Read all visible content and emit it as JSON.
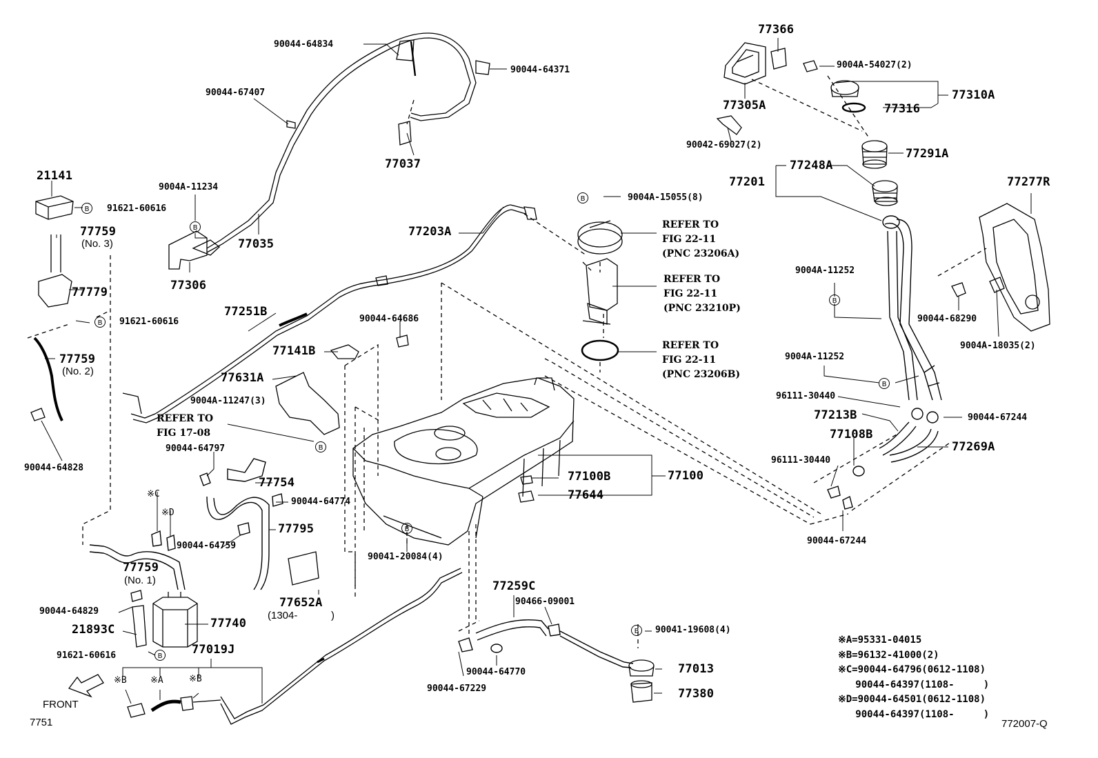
{
  "diagram_id": "772007-Q",
  "page_code": "7751",
  "front_label": "FRONT",
  "part_labels": {
    "p77366": "77366",
    "p9004a54027": "9004A-54027(2)",
    "p77310a": "77310A",
    "p77305a": "77305A",
    "p77316": "77316",
    "p90042_69027": "90042-69027(2)",
    "p77291a": "77291A",
    "p77248a": "77248A",
    "p77201": "77201",
    "p77277r": "77277R",
    "p9004a11252a": "9004A-11252",
    "p90044_68290": "90044-68290",
    "p9004a18035": "9004A-18035(2)",
    "p9004a11252b": "9004A-11252",
    "p96111_30440a": "96111-30440",
    "p77213b": "77213B",
    "p90044_67244a": "90044-67244",
    "p77108b": "77108B",
    "p77269a": "77269A",
    "p96111_30440b": "96111-30440",
    "p90044_67244b": "90044-67244",
    "p90044_64834": "90044-64834",
    "p90044_64371": "90044-64371",
    "p90044_67407": "90044-67407",
    "p77037": "77037",
    "p9004a11234": "9004A-11234",
    "p77035": "77035",
    "p77306": "77306",
    "p21141": "21141",
    "p91621_60616a": "91621-60616",
    "p77759_3": "77759",
    "no3": "(No. 3)",
    "p77779": "77779",
    "p91621_60616b": "91621-60616",
    "p77759_2": "77759",
    "no2": "(No. 2)",
    "p90044_64828": "90044-64828",
    "p77203a": "77203A",
    "p9004a15055": "9004A-15055(8)",
    "p77251b": "77251B",
    "p90044_64686": "90044-64686",
    "p77141b": "77141B",
    "p77631a": "77631A",
    "p9004a11247": "9004A-11247(3)",
    "p90044_64797": "90044-64797",
    "p77754": "77754",
    "p90044_64774": "90044-64774",
    "p77795": "77795",
    "p90044_64759": "90044-64759",
    "p77100b": "77100B",
    "p77100": "77100",
    "p77644": "77644",
    "p90041_20084": "90041-20084(4)",
    "p77759_1": "77759",
    "no1": "(No. 1)",
    "p90044_64829": "90044-64829",
    "p21893c": "21893C",
    "p77740": "77740",
    "p91621_60616c": "91621-60616",
    "p77652a": "77652A",
    "p1304": "(1304-",
    "p1304_close": ")",
    "p77019j": "77019J",
    "p77259c": "77259C",
    "p90466_09001": "90466-09001",
    "p90041_19608": "90041-19608(4)",
    "p77013": "77013",
    "p90044_64770": "90044-64770",
    "p90044_67229": "90044-67229",
    "p77380": "77380"
  },
  "refer_notes": {
    "r1": "REFER TO\nFIG 22-11\n(PNC 23206A)",
    "r2": "REFER TO\nFIG 22-11\n(PNC 23210P)",
    "r3": "REFER TO\nFIG 22-11\n(PNC 23206B)",
    "r4": "REFER TO\nFIG 17-08"
  },
  "marks": {
    "circle_b": "B",
    "c": "※C",
    "d": "※D",
    "b1": "※B",
    "a": "※A",
    "b2": "※B"
  },
  "legend": "※A=95331-04015\n※B=96132-41000(2)\n※C=90044-64796(0612-1108)\n   90044-64397(1108-     )\n※D=90044-64501(0612-1108)\n   90044-64397(1108-     )"
}
